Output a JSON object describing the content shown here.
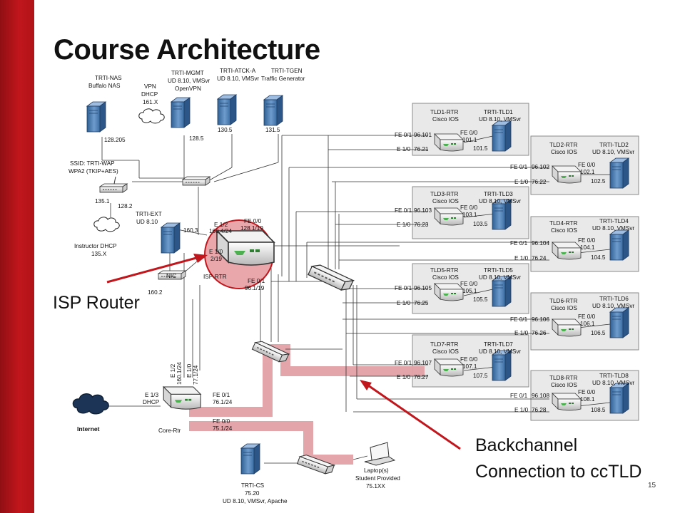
{
  "slide": {
    "title": "Course Architecture",
    "page_number": "15",
    "accent_color": "#c0161c",
    "highlight_color": "#e6a3a8"
  },
  "callouts": {
    "isp_router": "ISP Router",
    "backchannel_line1": "Backchannel",
    "backchannel_line2": "Connection to ccTLD"
  },
  "servers": {
    "nas_name": "TRTI-NAS",
    "nas_desc": "Buffalo NAS",
    "nas_ip": "128.205",
    "vpn_l1": "VPN",
    "vpn_l2": "DHCP",
    "vpn_l3": "161.X",
    "mgmt_name": "TRTI-MGMT",
    "mgmt_desc1": "UD 8.10, VMSvr",
    "mgmt_desc2": "OpenVPN",
    "mgmt_ip": "128.5",
    "atck_name": "TRTI-ATCK-A",
    "atck_desc": "UD 8.10, VMSvr",
    "atck_ip": "130.5",
    "tgen_name": "TRTI-TGEN",
    "tgen_desc": "Traffic Generator",
    "tgen_ip": "131.5",
    "wap_ssid": "SSID: TRTI-WAP",
    "wap_sec": "WPA2 (TKIP+AES)",
    "wap_ip1": "135.1",
    "wap_ip2": "128.2",
    "instr_l1": "Instructor DHCP",
    "instr_l2": "135.X",
    "ext_name": "TRTI-EXT",
    "ext_desc": "UD 8.10",
    "ext_ip": "160.3",
    "nic": "NIC",
    "nic_ip": "160.2",
    "cs_name": "TRTI-CS",
    "cs_ip": "75.20",
    "cs_desc": "UD 8.10, VMSvr, Apache",
    "laptop_l1": "Laptop(s)",
    "laptop_l2": "Student Provided",
    "laptop_l3": "75.1XX",
    "internet": "Internet"
  },
  "routers": {
    "isp_name": "ISP-RTR",
    "isp_e12": "E 1/2",
    "isp_e12_ip": "160.4/24",
    "isp_fe00": "FE 0/0",
    "isp_fe00_ip": "128.1/19",
    "isp_e10": "E 1/0",
    "isp_e10_ip": "2/19",
    "isp_fe01": "FE 0/1",
    "isp_fe01_ip": "96.1/19",
    "core_name": "Core-Rtr",
    "core_e13": "E 1/3",
    "core_dhcp": "DHCP",
    "core_e12": "E 1/2",
    "core_e12_ip": "160.1/24",
    "core_e10": "E 1/0",
    "core_e10_ip": "77.1/24",
    "core_fe01": "FE 0/1",
    "core_fe01_ip": "76.1/24",
    "core_fe00": "FE 0/0",
    "core_fe00_ip": "75.1/24"
  },
  "tlds": {
    "rtr_os": "Cisco IOS",
    "srv_os": "UD 8.10, VMSvr",
    "fe01": "FE 0/1",
    "e10": "E 1/0",
    "fe00": "FE 0/0",
    "tld1_rtr": "TLD1-RTR",
    "tld1_srv": "TRTI-TLD1",
    "tld1_fe": "96.101",
    "tld1_e": "76.21",
    "tld1_fe00": "101.1",
    "tld1_srvip": "101.5",
    "tld2_rtr": "TLD2-RTR",
    "tld2_srv": "TRTI-TLD2",
    "tld2_fe": "96.102",
    "tld2_e": "76.22",
    "tld2_fe00": "102.1",
    "tld2_srvip": "102.5",
    "tld3_rtr": "TLD3-RTR",
    "tld3_srv": "TRTI-TLD3",
    "tld3_fe": "96.103",
    "tld3_e": "76.23",
    "tld3_fe00": "103.1",
    "tld3_srvip": "103.5",
    "tld4_rtr": "TLD4-RTR",
    "tld4_srv": "TRTI-TLD4",
    "tld4_fe": "96.104",
    "tld4_e": "76.24",
    "tld4_fe00": "104.1",
    "tld4_srvip": "104.5",
    "tld5_rtr": "TLD5-RTR",
    "tld5_srv": "TRTI-TLD5",
    "tld5_fe": "96.105",
    "tld5_e": "76.25",
    "tld5_fe00": "105.1",
    "tld5_srvip": "105.5",
    "tld6_rtr": "TLD6-RTR",
    "tld6_srv": "TRTI-TLD6",
    "tld6_fe": "96.106",
    "tld6_e": "76.26",
    "tld6_fe00": "106.1",
    "tld6_srvip": "106.5",
    "tld7_rtr": "TLD7-RTR",
    "tld7_srv": "TRTI-TLD7",
    "tld7_fe": "96.107",
    "tld7_e": "76.27",
    "tld7_fe00": "107.1",
    "tld7_srvip": "107.5",
    "tld8_rtr": "TLD8-RTR",
    "tld8_srv": "TRTI-TLD8",
    "tld8_fe": "96.108",
    "tld8_e": "76.28",
    "tld8_fe00": "108.1",
    "tld8_srvip": "108.5"
  }
}
